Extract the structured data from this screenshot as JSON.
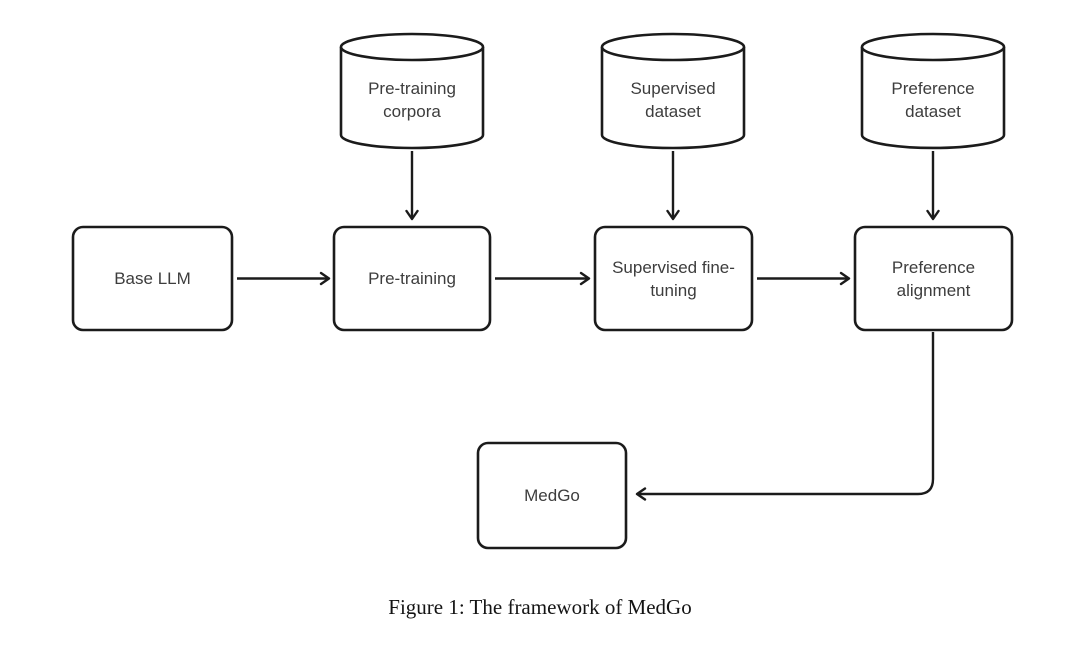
{
  "figure": {
    "caption": "Figure 1: The framework of MedGo"
  },
  "diagram": {
    "type": "flowchart",
    "background": "#ffffff",
    "stroke_color": "#1b1b1b",
    "label_color": "#3d3d3d",
    "datastores": [
      {
        "label": "Pre-training corpora"
      },
      {
        "label": "Supervised dataset"
      },
      {
        "label": "Preference dataset"
      }
    ],
    "stages": [
      {
        "label": "Base LLM"
      },
      {
        "label": "Pre-training"
      },
      {
        "label": "Supervised fine-tuning"
      },
      {
        "label": "Preference alignment"
      },
      {
        "label": "MedGo"
      }
    ],
    "edges": [
      {
        "from": "Pre-training corpora",
        "to": "Pre-training"
      },
      {
        "from": "Supervised dataset",
        "to": "Supervised fine-tuning"
      },
      {
        "from": "Preference dataset",
        "to": "Preference alignment"
      },
      {
        "from": "Base LLM",
        "to": "Pre-training"
      },
      {
        "from": "Pre-training",
        "to": "Supervised fine-tuning"
      },
      {
        "from": "Supervised fine-tuning",
        "to": "Preference alignment"
      },
      {
        "from": "Preference alignment",
        "to": "MedGo"
      }
    ]
  }
}
